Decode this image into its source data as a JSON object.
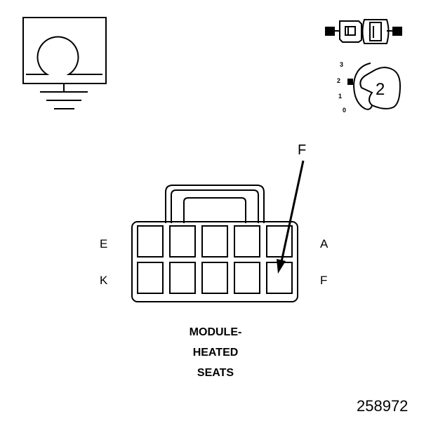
{
  "connector": {
    "pin_labels": {
      "top_left": "E",
      "top_right": "A",
      "bottom_left": "K",
      "bottom_right": "F"
    },
    "pointer_label": "F",
    "rows": 2,
    "cols": 5,
    "title_lines": [
      "MODULE-",
      "HEATED",
      "SEATS"
    ]
  },
  "view_icon": {
    "positions": [
      "3",
      "2",
      "1",
      "0"
    ],
    "number": "2"
  },
  "figure_number": "258972",
  "icons": {
    "ground": "ground-symbol-icon",
    "terminal": "terminal-pin-icon",
    "view": "view-rotation-icon"
  }
}
